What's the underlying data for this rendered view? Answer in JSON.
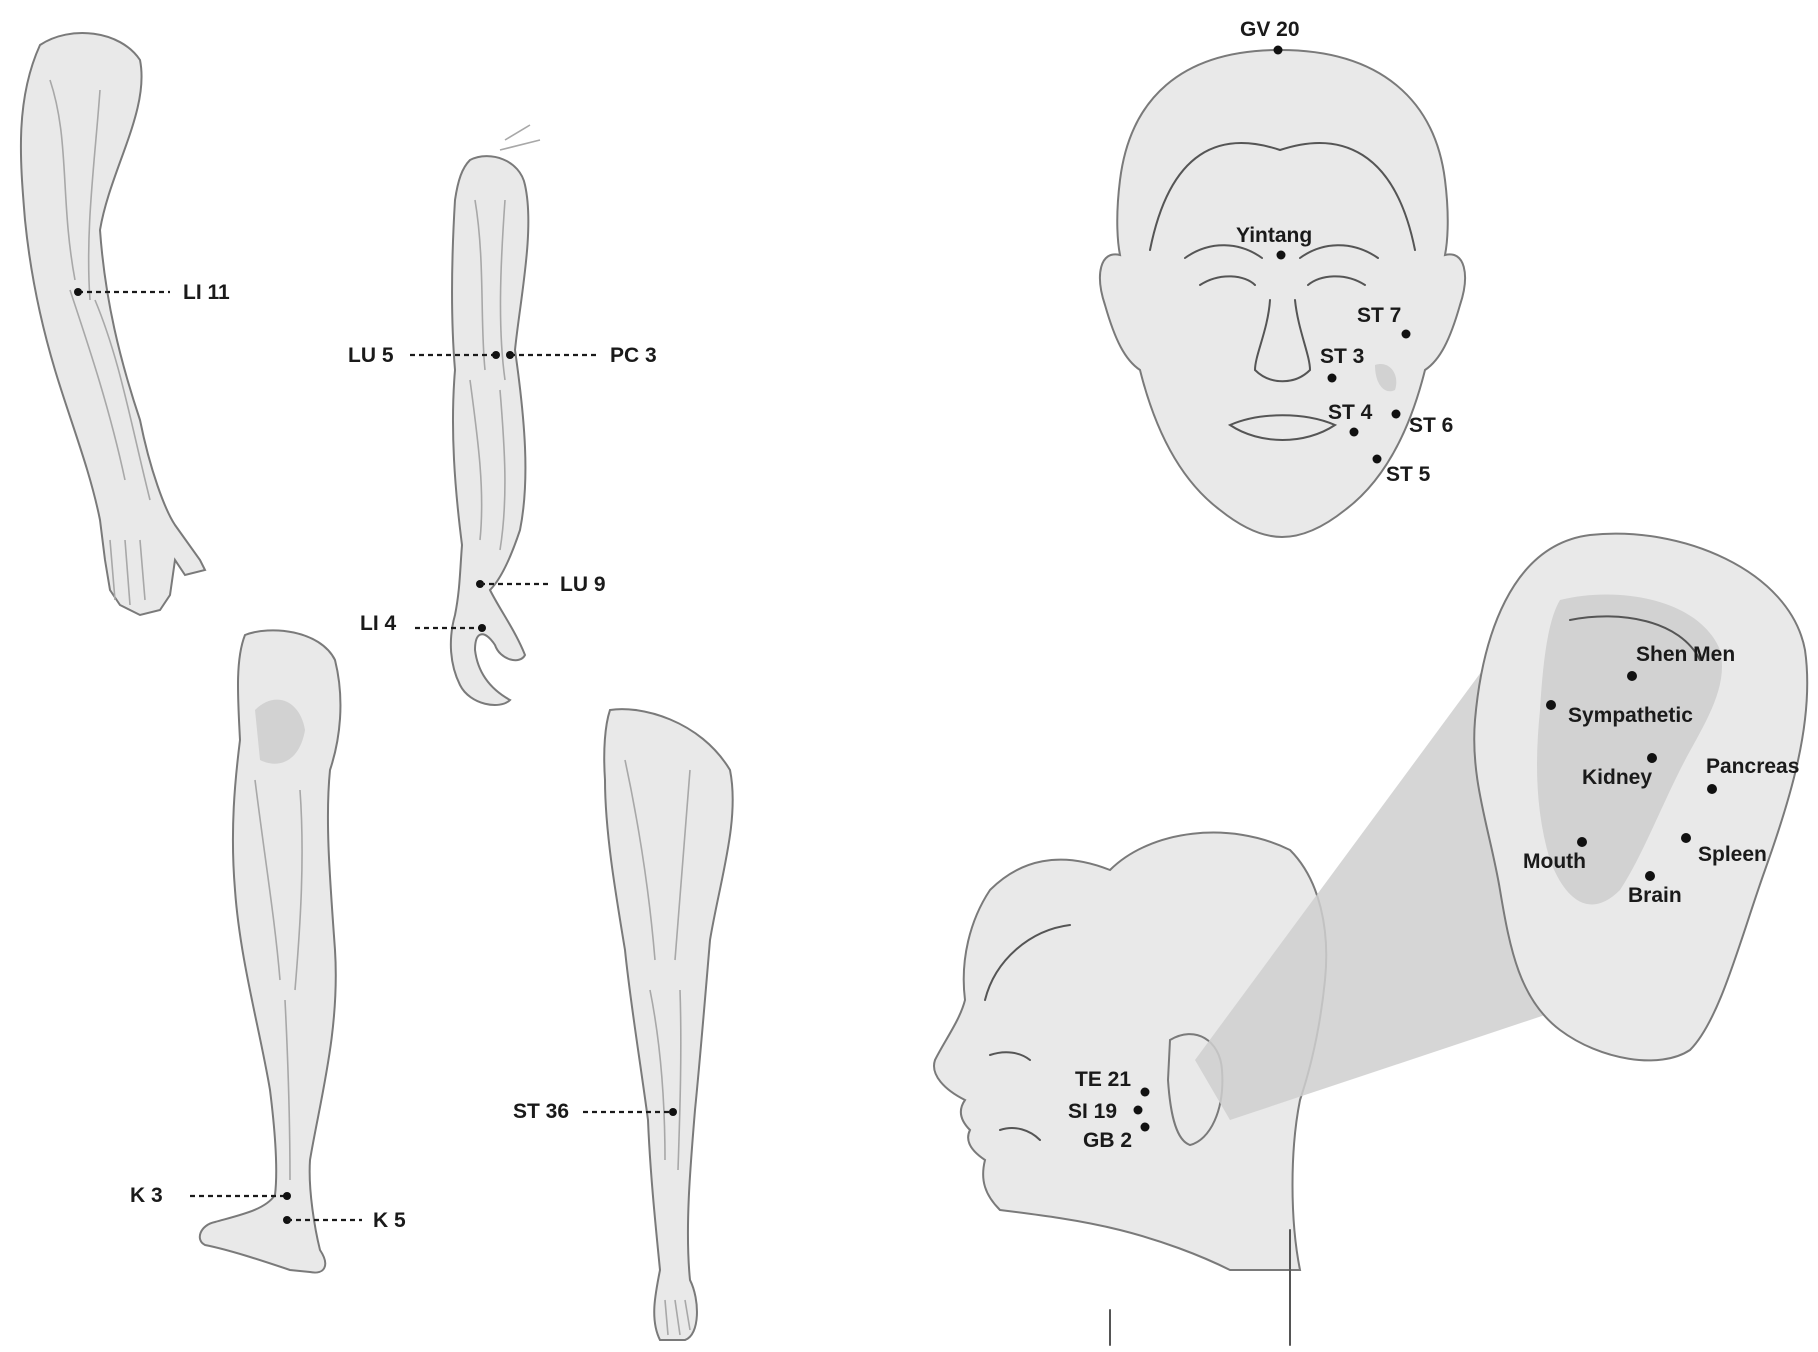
{
  "arm_left": {
    "points": [
      "LI 11"
    ]
  },
  "arm_right": {
    "points": [
      "LU 5",
      "PC 3",
      "LU 9",
      "LI 4"
    ]
  },
  "leg_left": {
    "points": [
      "K 3",
      "K 5"
    ]
  },
  "leg_right": {
    "points": [
      "ST 36"
    ]
  },
  "face_front": {
    "points": [
      "GV 20",
      "Yintang",
      "ST 7",
      "ST 3",
      "ST 4",
      "ST 6",
      "ST 5"
    ]
  },
  "head_profile": {
    "points": [
      "TE 21",
      "SI 19",
      "GB 2"
    ]
  },
  "ear": {
    "points": [
      "Shen Men",
      "Sympathetic",
      "Kidney",
      "Pancreas",
      "Mouth",
      "Spleen",
      "Brain"
    ]
  }
}
